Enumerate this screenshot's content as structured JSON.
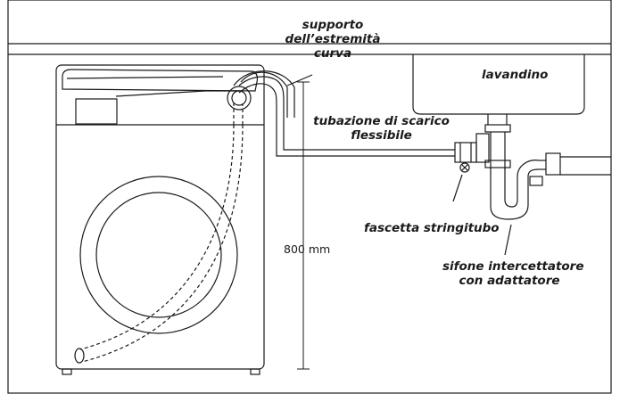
{
  "labels": {
    "support_line1": "supporto",
    "support_line2": "dell’estremità",
    "support_line3": "curva",
    "sink": "lavandino",
    "hose_line1": "tubazione di scarico",
    "hose_line2": "flessibile",
    "clamp": "fascetta stringitubo",
    "trap_line1": "sifone intercettatore",
    "trap_line2": "con adattatore",
    "height": "800 mm"
  },
  "colors": {
    "line": "#1a1a1a",
    "background": "#ffffff"
  }
}
